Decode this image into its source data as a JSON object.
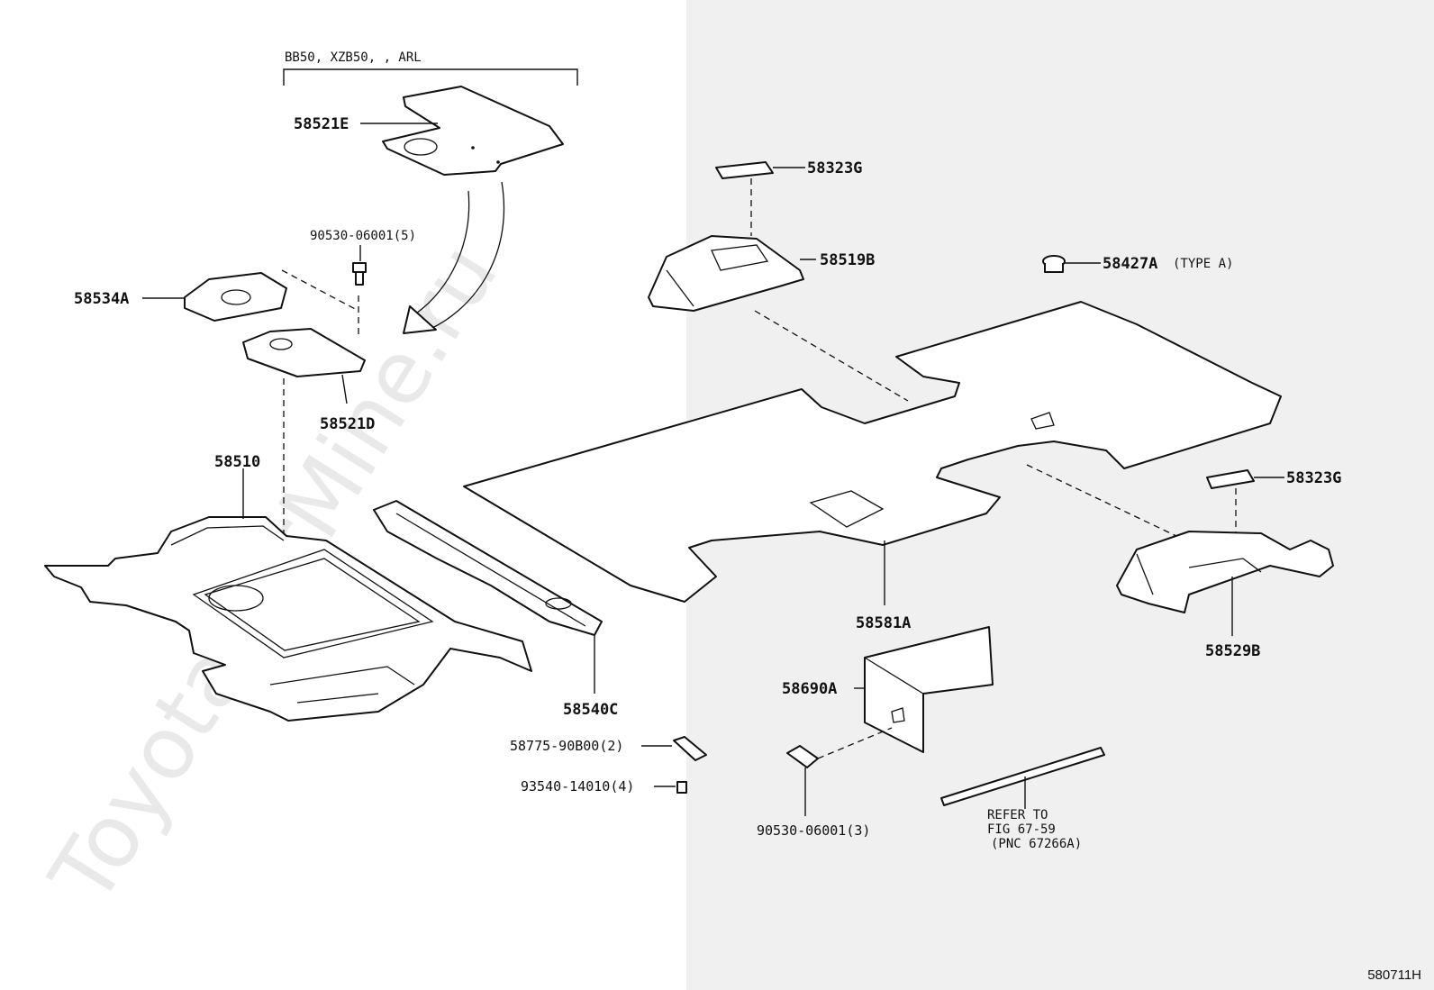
{
  "watermark": "ToyotaCarMine.ru",
  "diagram_code": "580711H",
  "bracket_label": "BB50, XZB50, , ARL",
  "parts": {
    "p58521E": "58521E",
    "p90530_5": "90530-06001(5)",
    "p58534A": "58534A",
    "p58521D": "58521D",
    "p58510": "58510",
    "p58540C": "58540C",
    "p58775": "58775-90B00(2)",
    "p93540": "93540-14010(4)",
    "p58323G_top": "58323G",
    "p58519B": "58519B",
    "p58427A": "58427A",
    "p58427A_type": "(TYPE A)",
    "p58581A": "58581A",
    "p58323G_right": "58323G",
    "p58529B": "58529B",
    "p58690A": "58690A",
    "p90530_3": "90530-06001(3)"
  },
  "reference_note": {
    "line1": "REFER TO",
    "line2": "FIG 67-59",
    "line3": "(PNC 67266A)"
  },
  "colors": {
    "background_left": "#ffffff",
    "background_right": "#f0f0f0",
    "ink": "#111111"
  }
}
